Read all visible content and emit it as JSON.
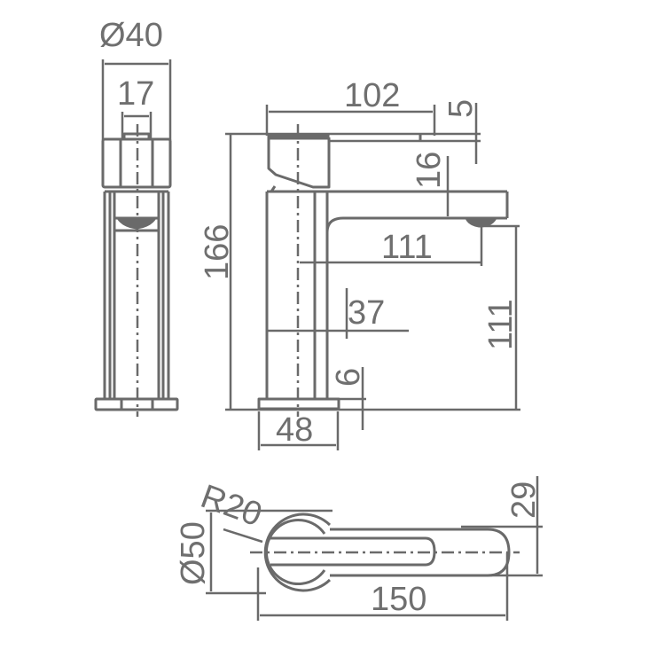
{
  "drawing": {
    "title": "Basin mixer tap dimension drawing",
    "units": "mm",
    "line_color": "#6a6a6a",
    "background": "#ffffff"
  },
  "side_view": {
    "dimensions": {
      "body_diameter": "Ø40",
      "handle_width": "17"
    }
  },
  "front_view": {
    "dimensions": {
      "handle_length": "102",
      "handle_thickness": "5",
      "spout_height": "16",
      "total_height": "166",
      "spout_reach": "111",
      "spout_outlet_height": "111",
      "body_depth": "37",
      "base_thickness": "6",
      "base_width": "48"
    }
  },
  "top_view": {
    "dimensions": {
      "handle_radius": "R20",
      "base_diameter": "Ø50",
      "spout_width": "29",
      "total_length": "150"
    }
  }
}
